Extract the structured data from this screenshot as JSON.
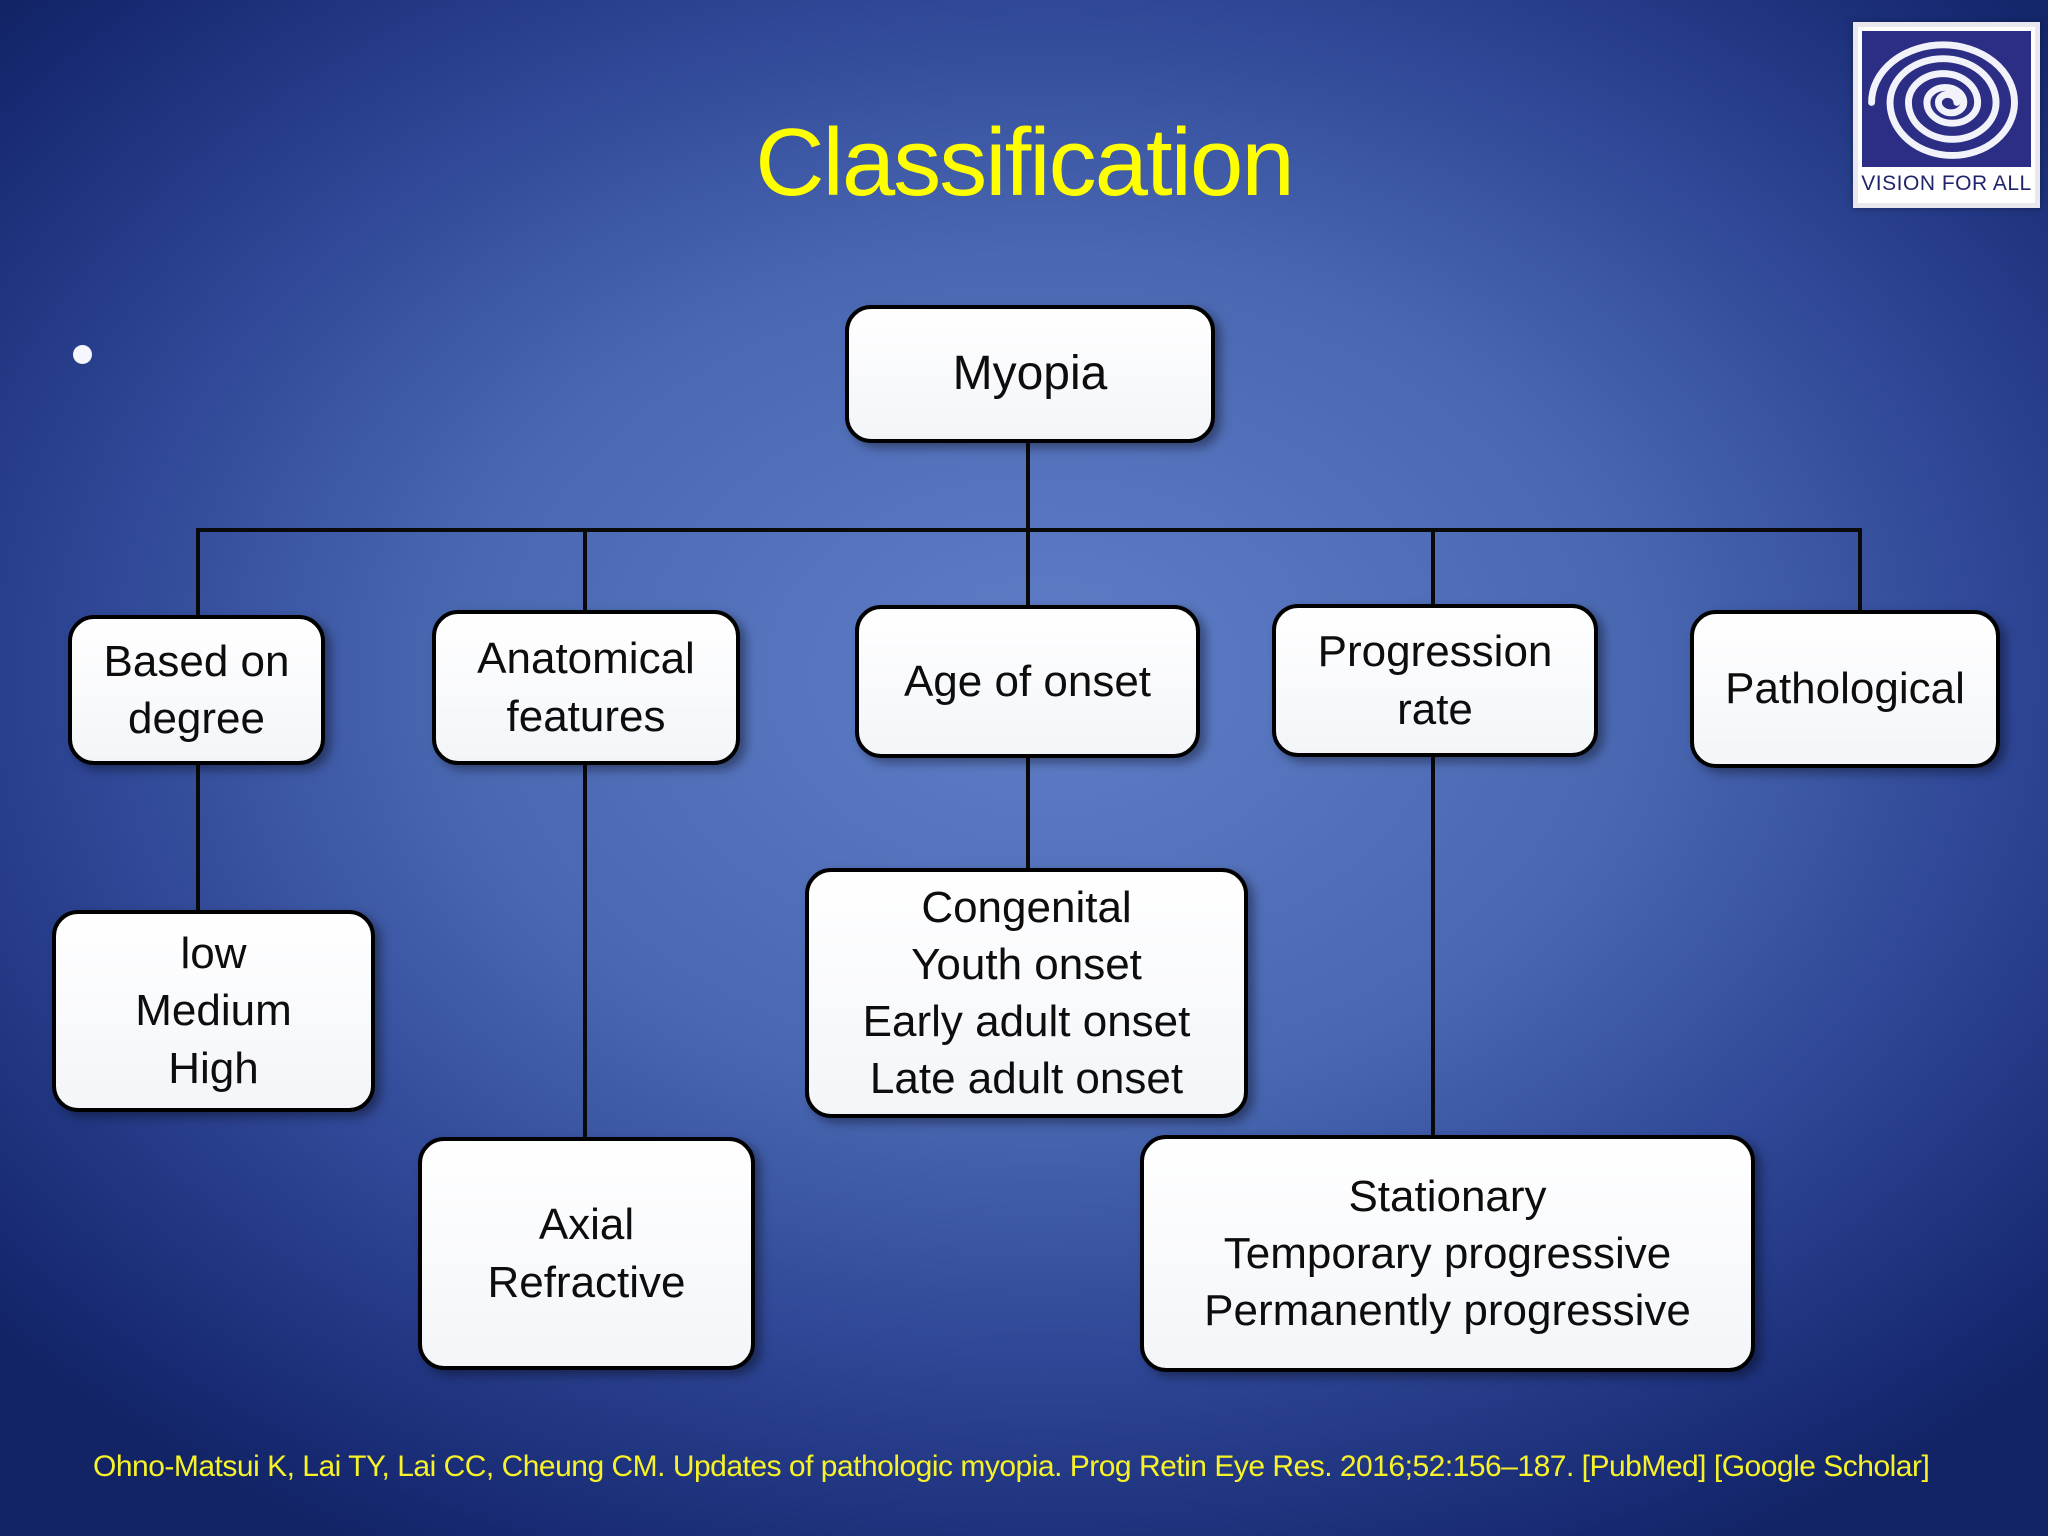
{
  "slide": {
    "title": "Classification",
    "citation": "Ohno-Matsui K, Lai TY, Lai CC, Cheung CM. Updates of pathologic myopia. Prog Retin Eye Res. 2016;52:156–187. [PubMed] [Google Scholar]"
  },
  "logo": {
    "caption": "VISION FOR ALL",
    "icon": "spiral-eye-icon"
  },
  "diagram": {
    "root": {
      "label_lines": [
        "Myopia"
      ]
    },
    "categories": [
      {
        "id": "degree",
        "label_lines": [
          "Based on",
          "degree"
        ]
      },
      {
        "id": "anatomical",
        "label_lines": [
          "Anatomical",
          "features"
        ]
      },
      {
        "id": "age",
        "label_lines": [
          "Age of onset"
        ]
      },
      {
        "id": "progression",
        "label_lines": [
          "Progression",
          "rate"
        ]
      },
      {
        "id": "pathological",
        "label_lines": [
          "Pathological"
        ]
      }
    ],
    "leaves": [
      {
        "parent": "degree",
        "label_lines": [
          "low",
          "Medium",
          "High"
        ]
      },
      {
        "parent": "anatomical",
        "label_lines": [
          "Axial",
          "Refractive"
        ]
      },
      {
        "parent": "age",
        "label_lines": [
          "Congenital",
          "Youth onset",
          "Early adult onset",
          "Late adult onset"
        ]
      },
      {
        "parent": "progression",
        "label_lines": [
          "Stationary",
          "Temporary progressive",
          "Permanently progressive"
        ]
      }
    ]
  },
  "colors": {
    "title_yellow": "#ffff00",
    "citation_yellow": "#f8f228",
    "background_center": "#5f7ec7",
    "background_edge": "#122465",
    "box_fill": "#ffffff",
    "box_border": "#000000",
    "connector": "#0a0a0a",
    "logo_field_navy": "#2b2e84"
  }
}
